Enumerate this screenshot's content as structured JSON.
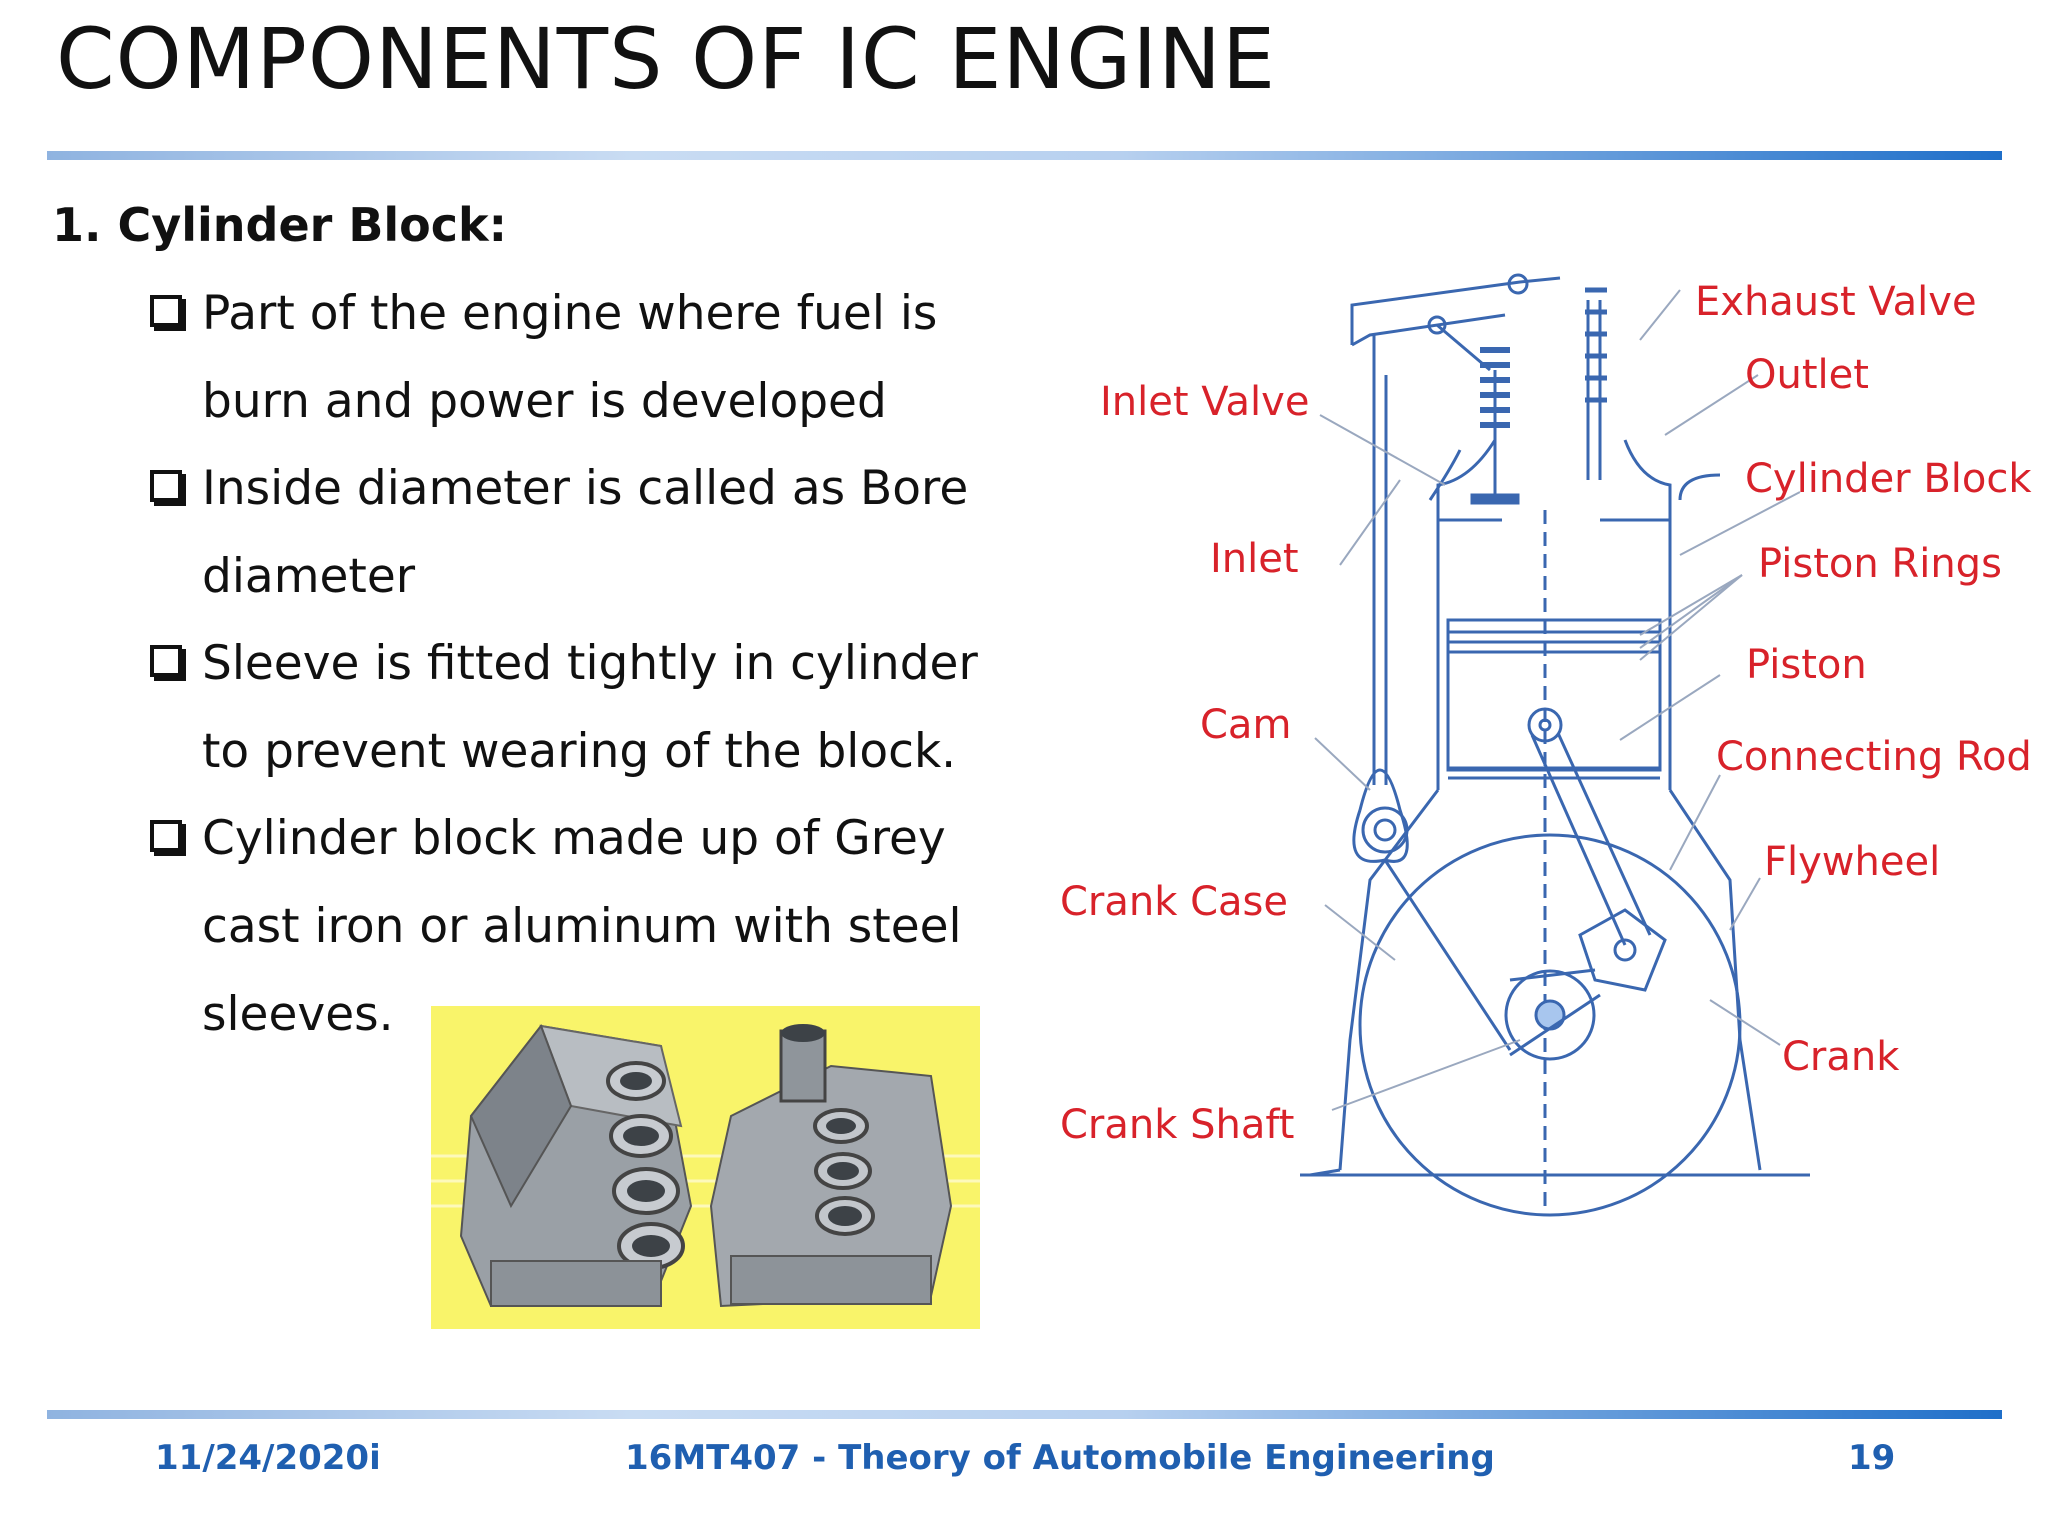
{
  "slide": {
    "title": "COMPONENTS OF IC ENGINE",
    "section_heading": "1. Cylinder Block:",
    "bullets": [
      "Part of the engine where fuel is burn and power is developed",
      "Inside diameter is called as Bore diameter",
      "Sleeve is fitted tightly in cylinder to prevent wearing of the block.",
      " Cylinder block made up of Grey cast iron or aluminum with steel sleeves."
    ]
  },
  "diagram": {
    "labels": {
      "exhaust_valve": "Exhaust Valve",
      "outlet": "Outlet",
      "inlet_valve": "Inlet Valve",
      "cylinder_block": "Cylinder Block",
      "inlet": "Inlet",
      "piston_rings": "Piston Rings",
      "piston": "Piston",
      "cam": "Cam",
      "connecting_rod": "Connecting Rod",
      "flywheel": "Flywheel",
      "crank_case": "Crank Case",
      "crank": "Crank",
      "crank_shaft": "Crank Shaft"
    },
    "label_color": "#d8222a",
    "line_color": "#3a67b0"
  },
  "footer": {
    "date": "11/24/2020i",
    "course": "16MT407 - Theory of Automobile Engineering",
    "page": "19"
  },
  "colors": {
    "accent": "#1f6fc9",
    "footer_text": "#1f5fb0",
    "photo_background": "#f9f46a"
  }
}
